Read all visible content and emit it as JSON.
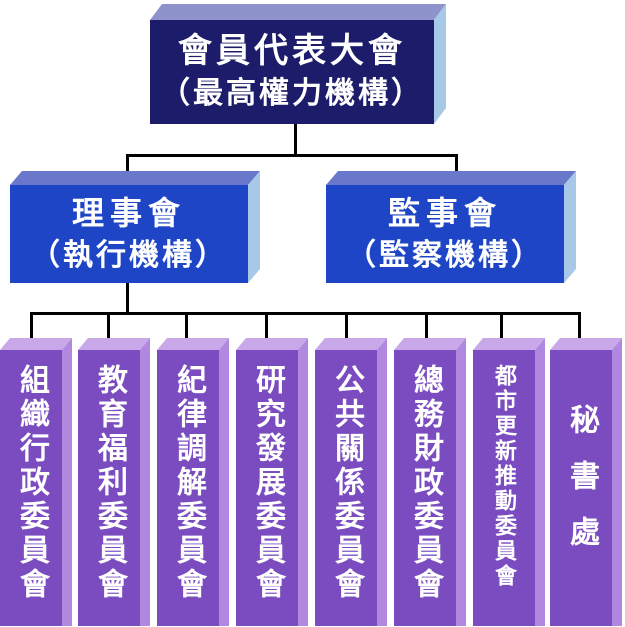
{
  "general_assembly": {
    "name": "會員代表大會",
    "note": "（最高權力機構）"
  },
  "council": {
    "name": "理事會",
    "note": "（執行機構）"
  },
  "supervisory_board": {
    "name": "監事會",
    "note": "（監察機構）"
  },
  "committees": [
    {
      "name": "組織行政委員會"
    },
    {
      "name": "教育福利委員會"
    },
    {
      "name": "紀律調解委員會"
    },
    {
      "name": "研究發展委員會"
    },
    {
      "name": "公共關係委員會"
    },
    {
      "name": "總務財政委員會"
    },
    {
      "name": "都市更新推動委員會"
    },
    {
      "name": "秘書處"
    }
  ],
  "colors": {
    "top_box": "#1c1c6a",
    "mid_box": "#1d45c6",
    "committee_box": "#7a4cc0",
    "connector": "#000000"
  }
}
